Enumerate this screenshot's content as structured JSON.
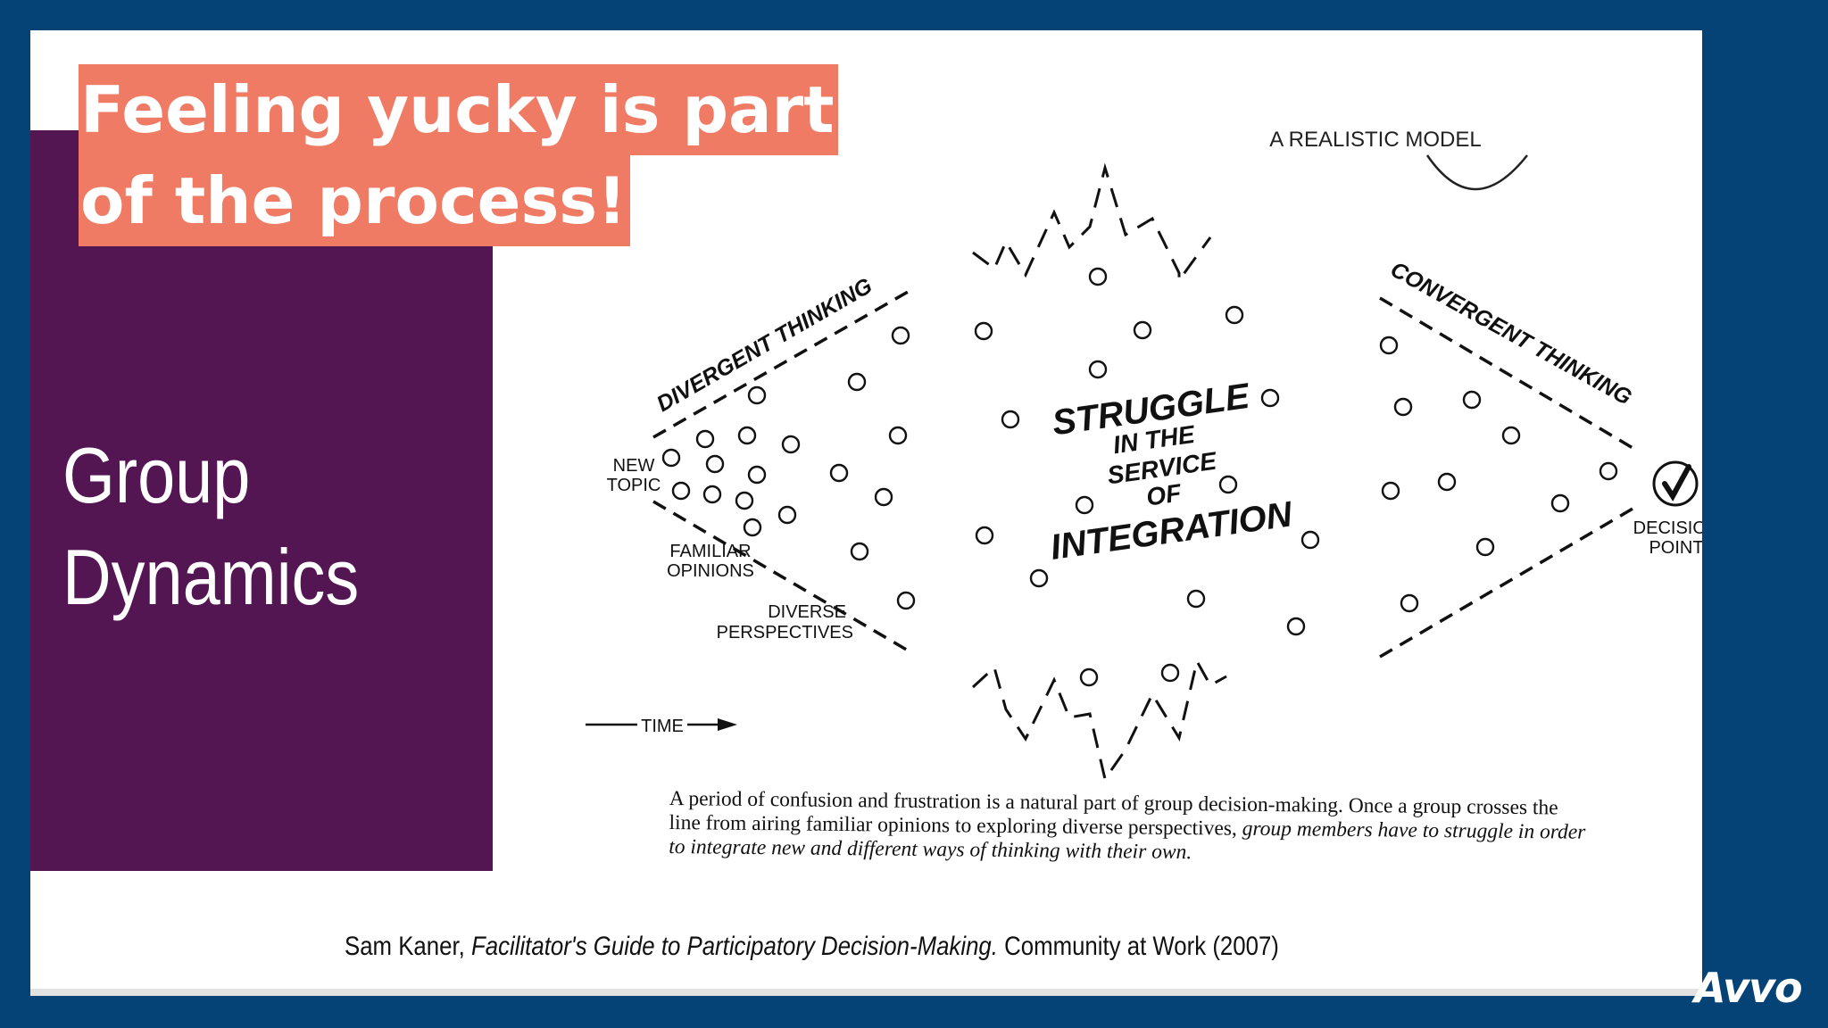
{
  "headline": {
    "line1": "Feeling yucky is part",
    "line2": "of the process!"
  },
  "panel": {
    "title_line1": "Group",
    "title_line2": "Dynamics"
  },
  "diagram": {
    "model_label": "A REALISTIC MODEL",
    "divergent": "DIVERGENT THINKING",
    "convergent": "CONVERGENT THINKING",
    "new_topic_1": "NEW",
    "new_topic_2": "TOPIC",
    "familiar_1": "FAMILIAR",
    "familiar_2": "OPINIONS",
    "diverse_1": "DIVERSE",
    "diverse_2": "PERSPECTIVES",
    "struggle_1": "STRUGGLE",
    "struggle_2": "IN THE",
    "struggle_3": "SERVICE",
    "struggle_4": "OF",
    "struggle_5": "INTEGRATION",
    "decision_1": "DECISION",
    "decision_2": "POINT",
    "time": "TIME"
  },
  "caption": {
    "lead": "A period of confusion and frustration is a natural part of group decision-making.  Once a group crosses the line from airing familiar opinions to exploring diverse perspectives, ",
    "emphasis": "group members have to struggle in order to integrate new and different ways of thinking with their own."
  },
  "citation": {
    "author": "Sam Kaner, ",
    "book": "Facilitator's Guide to Participatory Decision-Making.",
    "publisher": " Community at Work (2007)"
  },
  "logo": "Avvo",
  "colors": {
    "frame": "#054376",
    "panel": "#541652",
    "headline_bg": "#f07b64"
  }
}
